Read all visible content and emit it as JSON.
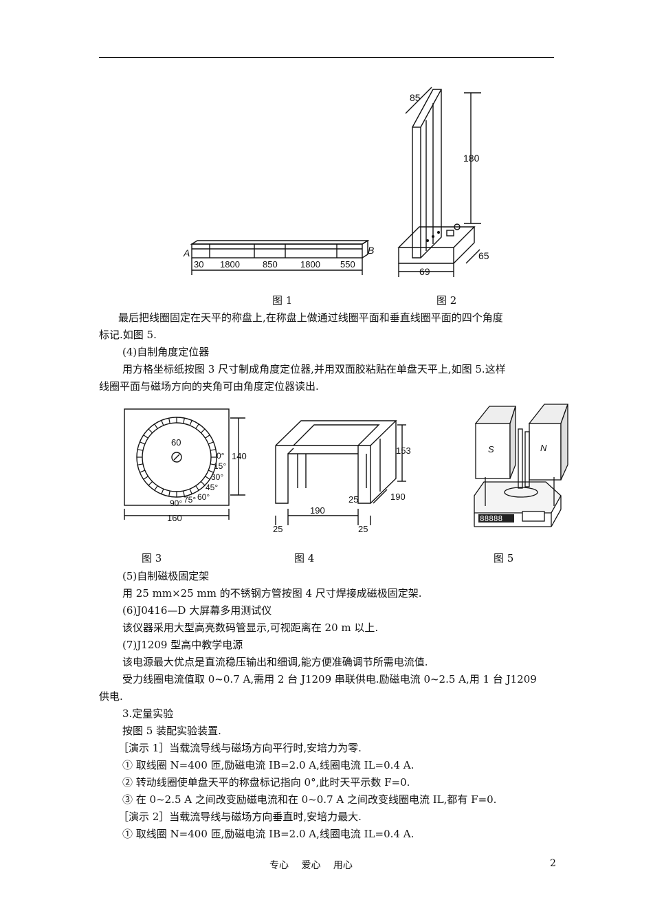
{
  "fig1": {
    "label_a": "A",
    "label_b": "B",
    "dims": [
      "30",
      "1800",
      "850",
      "1800",
      "550"
    ]
  },
  "fig2": {
    "dim_width": "85",
    "dim_height": "180",
    "dim_base_depth": "65",
    "dim_base_width": "69"
  },
  "captions_top": {
    "fig1": "图 1",
    "fig2": "图 2"
  },
  "text_top": {
    "p1_l1": "最后把线圈固定在天平的称盘上,在称盘上做通过线圈平面和垂直线圈平面的四个角度",
    "p1_l2": "标记.如图 5.",
    "h4": "(4)自制角度定位器",
    "p2_l1": "用方格坐标纸按图 3 尺寸制成角度定位器,并用双面胶粘贴在单盘天平上,如图 5.这样",
    "p2_l2": "线圈平面与磁场方向的夹角可由角度定位器读出."
  },
  "fig3": {
    "center_label": "60",
    "angles": [
      "0°",
      "15°",
      "30°",
      "45°",
      "60°",
      "75°",
      "90°"
    ],
    "dim_height": "140",
    "dim_width": "160"
  },
  "fig4": {
    "dim_height": "153",
    "dim_depth": "190",
    "dim_span": "190",
    "dim_leg": "25",
    "dim_left": "25",
    "dim_right": "25"
  },
  "fig5": {
    "pole_s": "S",
    "pole_n": "N",
    "display": "88888"
  },
  "captions_mid": {
    "fig3": "图 3",
    "fig4": "图 4",
    "fig5": "图 5"
  },
  "text_bottom": {
    "h5": "(5)自制磁极固定架",
    "p5": "用 25 mm×25 mm 的不锈钢方管按图 4 尺寸焊接成磁极固定架.",
    "h6": "(6)J0416—D 大屏幕多用测试仪",
    "p6": "该仪器采用大型高亮数码管显示,可视距离在 20 m 以上.",
    "h7": "(7)J1209 型高中教学电源",
    "p7": "该电源最大优点是直流稳压输出和细调,能方便准确调节所需电流值.",
    "p8_l1": "受力线圈电流值取 0~0.7 A,需用 2 台 J1209 串联供电.励磁电流 0~2.5 A,用 1 台 J1209",
    "p8_l2": "供电.",
    "h3": "3.定量实验",
    "p9": "按图 5 装配实验装置.",
    "demo1": "［演示 1］当载流导线与磁场方向平行时,安培力为零.",
    "d1_1": "① 取线圈 N=400 匝,励磁电流 IB=2.0 A,线圈电流 IL=0.4 A.",
    "d1_2": "② 转动线圈使单盘天平的称盘标记指向 0°,此时天平示数 F=0.",
    "d1_3": "③ 在 0~2.5 A 之间改变励磁电流和在 0~0.7 A 之间改变线圈电流 IL,都有 F=0.",
    "demo2": "［演示 2］当载流导线与磁场方向垂直时,安培力最大.",
    "d2_1": "① 取线圈 N=400 匝,励磁电流 IB=2.0 A,线圈电流 IL=0.4 A."
  },
  "footer": {
    "motto": "专心　 爱心　 用心",
    "page": "2"
  }
}
